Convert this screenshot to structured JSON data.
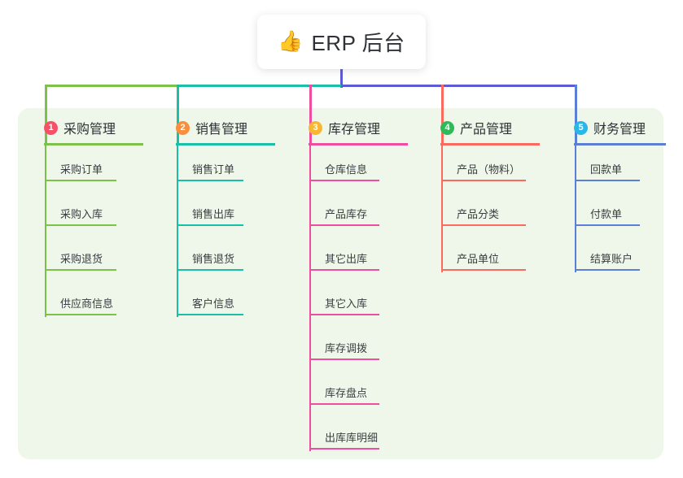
{
  "root": {
    "emoji": "👍",
    "emoji_name": "thumbs-up-icon",
    "title": "ERP 后台"
  },
  "palette": {
    "panel_bg": "#eef7e9",
    "page_bg": "#ffffff",
    "root_bus": "#5b5bd6",
    "text": "#2f3237"
  },
  "columns": [
    {
      "index": "1",
      "title": "采购管理",
      "badge_color": "#f5526a",
      "line_color": "#7cc24a",
      "head_rule_width": 122,
      "leaf_rule_width": 88,
      "items": [
        "采购订单",
        "采购入库",
        "采购退货",
        "供应商信息"
      ]
    },
    {
      "index": "2",
      "title": "销售管理",
      "badge_color": "#f88f3c",
      "line_color": "#1bbfa5",
      "head_rule_width": 122,
      "leaf_rule_width": 82,
      "items": [
        "销售订单",
        "销售出库",
        "销售退货",
        "客户信息"
      ]
    },
    {
      "index": "3",
      "title": "库存管理",
      "badge_color": "#f7b731",
      "line_color": "#ef4ea0",
      "head_rule_width": 122,
      "leaf_rule_width": 86,
      "items": [
        "仓库信息",
        "产品库存",
        "其它出库",
        "其它入库",
        "库存调拨",
        "库存盘点",
        "出库库明细"
      ]
    },
    {
      "index": "4",
      "title": "产品管理",
      "badge_color": "#2fba5a",
      "line_color": "#fa6a5e",
      "head_rule_width": 122,
      "leaf_rule_width": 104,
      "items": [
        "产品（物料）",
        "产品分类",
        "产品单位"
      ]
    },
    {
      "index": "5",
      "title": "财务管理",
      "badge_color": "#29b6e8",
      "line_color": "#5a7fd4",
      "head_rule_width": 113,
      "leaf_rule_width": 80,
      "items": [
        "回款单",
        "付款单",
        "结算账户"
      ]
    }
  ]
}
